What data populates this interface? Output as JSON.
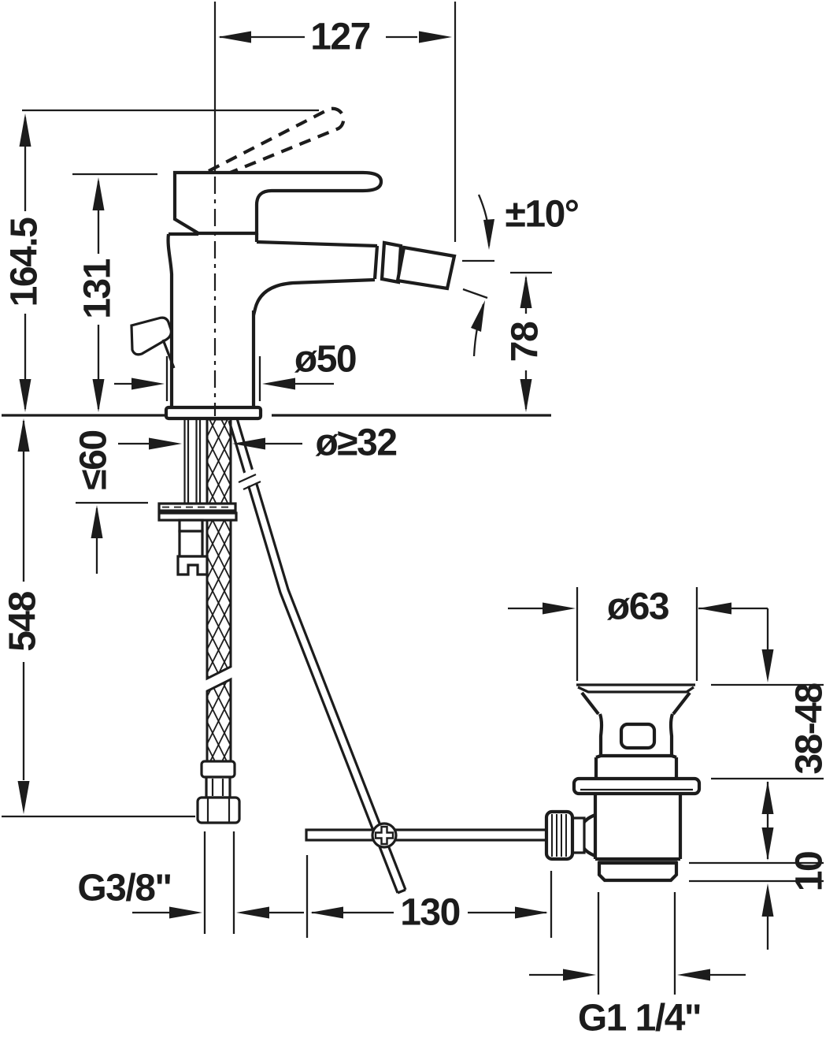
{
  "drawing": {
    "type": "technical-dimension-drawing",
    "subject": "single-lever bidet mixer with pop-up waste",
    "colors": {
      "line_color": "#1c1c1c",
      "background": "#ffffff"
    },
    "labels": {
      "spout_reach": "127",
      "total_height": "164.5",
      "body_height": "131",
      "aerator_swivel": "±10°",
      "outlet_height": "78",
      "base_diameter": "ø50",
      "mounting_hole_diameter": "ø≥32",
      "deck_thickness_max": "≤60",
      "hose_length": "548",
      "supply_thread": "G3/8\"",
      "rod_length": "130",
      "waste_flange_diameter": "ø63",
      "waste_mounting_depth": "38-48",
      "waste_step": "10",
      "waste_thread": "G1 1/4\""
    }
  }
}
